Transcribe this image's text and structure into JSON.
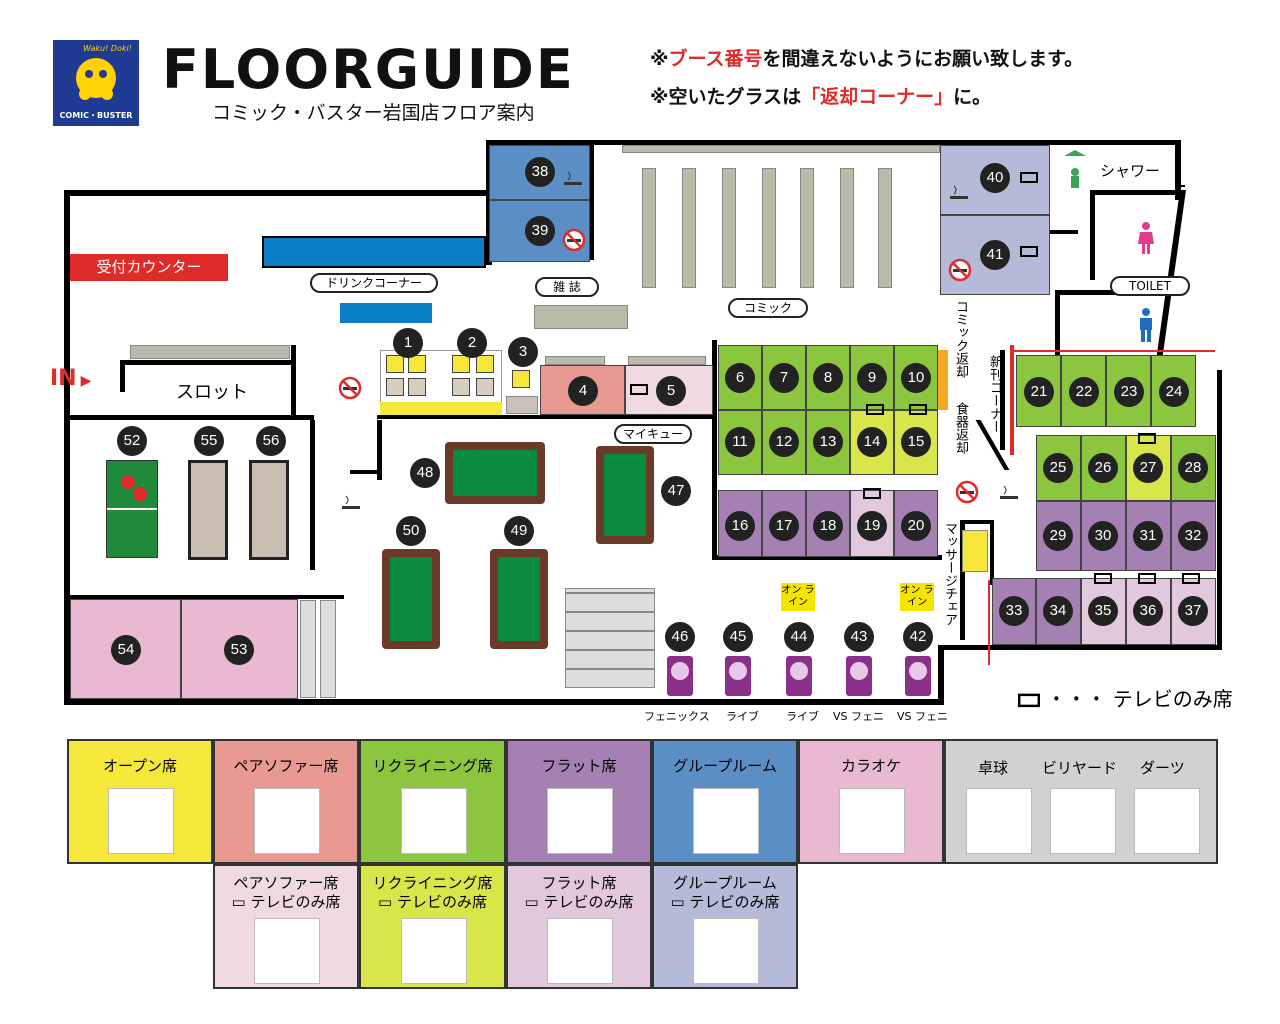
{
  "header": {
    "title": "FLOORGUIDE",
    "subtitle": "コミック・バスター岩国店フロア案内",
    "logo_text_top": "Waku! Doki!",
    "logo_text_bottom": "COMIC・BUSTER",
    "notice1_prefix": "※",
    "notice1_highlight": "ブース番号",
    "notice1_rest": "を間違えないようにお願い致します。",
    "notice2_prefix": "※空いたグラスは",
    "notice2_highlight": "「返却コーナー」",
    "notice2_rest": "に。"
  },
  "colors": {
    "open": "#f5e83a",
    "pair": "#e89a92",
    "recliner": "#8cc63f",
    "flat": "#a581b3",
    "group": "#5b8ec4",
    "karaoke": "#e9b9d1",
    "sports": "#d1d1d3",
    "pair_tv": "#efd9e2",
    "recliner_tv": "#d8e64a",
    "flat_tv": "#e2c8dc",
    "group_tv": "#b4bad8",
    "red": "#e02b2b"
  },
  "map": {
    "labels": {
      "reception": "受付カウンター",
      "drink": "ドリンクコーナー",
      "slot": "スロット",
      "in": "IN",
      "magazine": "雑 誌",
      "comic": "コミック",
      "shower": "シャワー",
      "toilet": "TOILET",
      "mycue": "マイキュー",
      "comic_return": "コミック返却",
      "dish_return": "食器返却",
      "new_release": "新刊コーナー",
      "massage": "マッサージチェア",
      "online1": "オン ライン",
      "online2": "オン ライン",
      "tv_only": "・・・ テレビのみ席"
    },
    "dart_labels": [
      "フェニックス",
      "ライブ",
      "ライブ",
      "VS フェニ",
      "VS フェニ"
    ],
    "seats": [
      "1",
      "2",
      "3",
      "4",
      "5",
      "6",
      "7",
      "8",
      "9",
      "10",
      "11",
      "12",
      "13",
      "14",
      "15",
      "16",
      "17",
      "18",
      "19",
      "20",
      "21",
      "22",
      "23",
      "24",
      "25",
      "26",
      "27",
      "28",
      "29",
      "30",
      "31",
      "32",
      "33",
      "34",
      "35",
      "36",
      "37",
      "38",
      "39",
      "40",
      "41",
      "42",
      "43",
      "44",
      "45",
      "46",
      "47",
      "48",
      "49",
      "50",
      "52",
      "53",
      "54",
      "55",
      "56"
    ]
  },
  "legend": {
    "open": "オープン席",
    "pair": "ペアソファー席",
    "recliner": "リクライニング席",
    "flat": "フラット席",
    "group": "グループルーム",
    "karaoke": "カラオケ",
    "table_tennis": "卓球",
    "billiards": "ビリヤード",
    "darts": "ダーツ",
    "pair_tv_1": "ペアソファー席",
    "pair_tv_2": "テレビのみ席",
    "recliner_tv_1": "リクライニング席",
    "recliner_tv_2": "テレビのみ席",
    "flat_tv_1": "フラット席",
    "flat_tv_2": "テレビのみ席",
    "group_tv_1": "グループルーム",
    "group_tv_2": "テレビのみ席"
  }
}
